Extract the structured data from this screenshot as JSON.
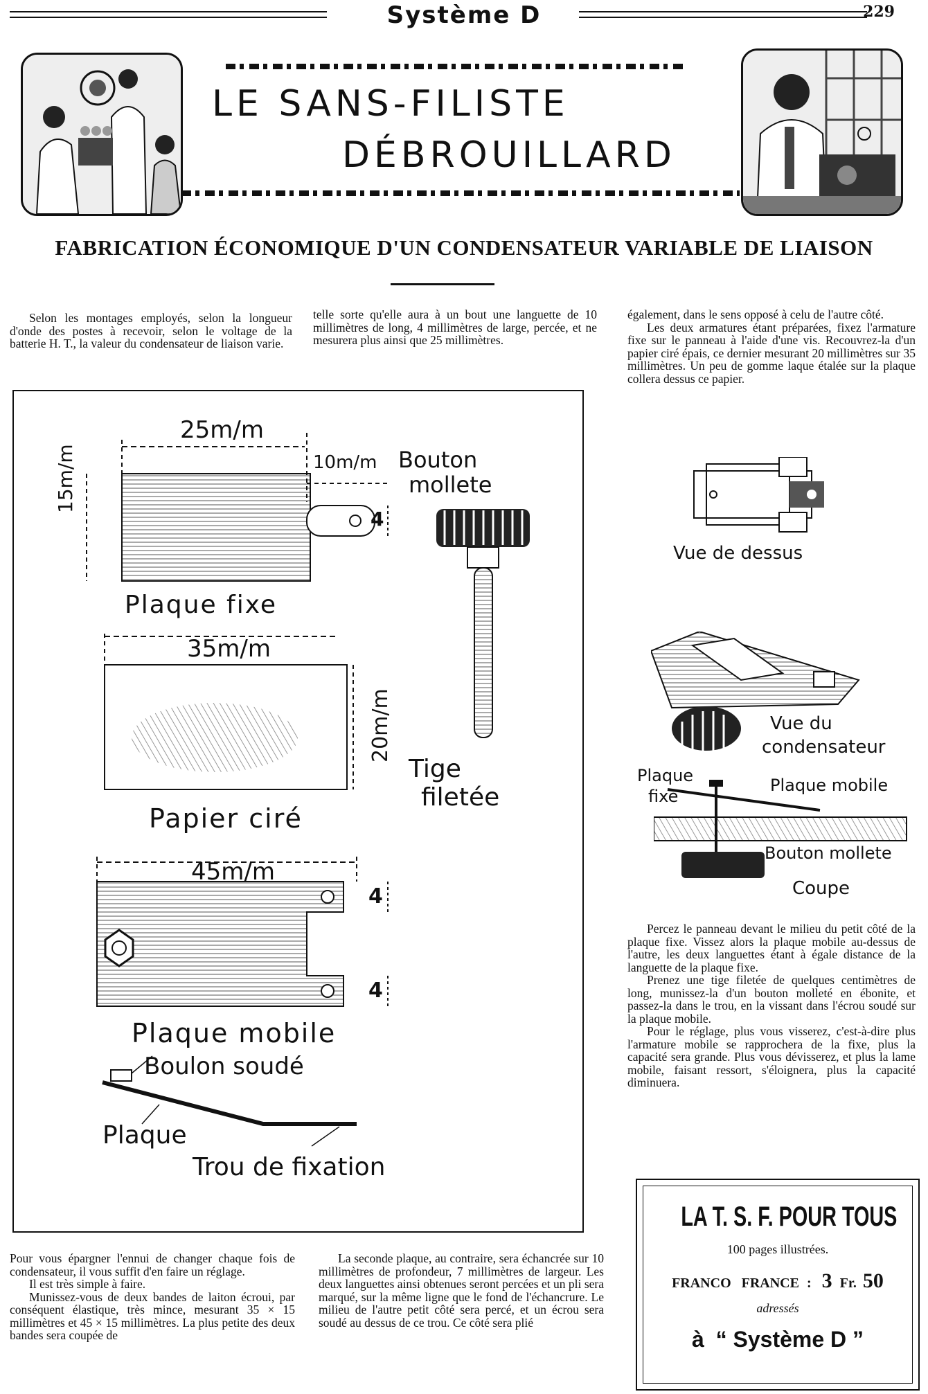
{
  "header": {
    "journal": "Système D",
    "page_number": "229"
  },
  "banner": {
    "line1": "LE SANS-FILISTE",
    "line2": "DÉBROUILLARD"
  },
  "headline": "FABRICATION ÉCONOMIQUE D'UN CONDENSATEUR VARIABLE DE LIAISON",
  "intro": {
    "col1": "Selon les montages employés, selon la longueur d'onde des postes à recevoir, selon le voltage de la batterie H. T., la valeur du condensateur de liaison varie.",
    "col2": "telle sorte qu'elle aura à un bout une languette de 10 millimètres de long, 4 millimètres de large, percée, et ne mesurera plus ainsi que 25 millimètres."
  },
  "right_column": {
    "p1": "également, dans le sens opposé à celu de l'autre côté.",
    "p2": "Les deux armatures étant préparées, fixez l'armature fixe sur le panneau à l'aide d'une vis. Recouvrez-la d'un papier ciré épais, ce dernier mesurant 20 millimètres sur 35 millimètres. Un peu de gomme laque étalée sur la plaque collera dessus ce papier.",
    "p3": "Percez le panneau devant le milieu du petit côté de la plaque fixe. Vissez alors la plaque mobile au-dessus de l'autre, les deux languettes étant à égale distance de la languette de la plaque fixe.",
    "p4": "Prenez une tige filetée de quelques centimètres de long, munissez-la d'un bouton molleté en ébonite, et passez-la dans le trou, en la vissant dans l'écrou soudé sur la plaque mobile.",
    "p5": "Pour le réglage, plus vous visserez, c'est-à-dire plus l'armature mobile se rapprochera de la fixe, plus la capacité sera grande. Plus vous dévisserez, et plus la lame mobile, faisant ressort, s'éloignera, plus la capacité diminuera."
  },
  "bottom": {
    "c1p1": "Pour vous épargner l'ennui de changer chaque fois de condensateur, il vous suffit d'en faire un réglage.",
    "c1p2": "Il est très simple à faire.",
    "c1p3": "Munissez-vous de deux bandes de laiton écroui, par conséquent élastique, très mince, mesurant 35 × 15 millimètres et 45 × 15 millimètres. La plus petite des deux bandes sera coupée de",
    "c2p1": "La seconde plaque, au contraire, sera échancrée sur 10 millimètres de profondeur, 7 millimètres de largeur. Les deux languettes ainsi obtenues seront percées et un pli sera marqué, sur la même ligne que le fond de l'échancrure. Le milieu de l'autre petit côté sera percé, et un écrou sera soudé au dessus de ce trou. Ce côté sera plié"
  },
  "figure_labels": {
    "dim_25": "25m/m",
    "dim_10": "10m/m",
    "dim_15": "15m/m",
    "dim_4a": "4",
    "plaque_fixe": "Plaque fixe",
    "dim_35": "35m/m",
    "dim_20": "20m/m",
    "papier_cire": "Papier ciré",
    "bouton_1": "Bouton",
    "bouton_2": "mollete",
    "tige_1": "Tige",
    "tige_2": "filetée",
    "dim_45": "45m/m",
    "dim_4b": "4",
    "dim_4c": "4",
    "plaque_mobile": "Plaque mobile",
    "boulon_soude": "Boulon soudé",
    "plaque": "Plaque",
    "trou_fixation": "Trou de fixation",
    "vue_dessus": "Vue de dessus",
    "vue_cond_1": "Vue du",
    "vue_cond_2": "condensateur",
    "coupe_plaque_fixe_1": "Plaque",
    "coupe_plaque_fixe_2": "fixe",
    "coupe_plaque_mobile": "Plaque mobile",
    "coupe_bouton": "Bouton mollete",
    "coupe": "Coupe"
  },
  "ad": {
    "title": "LA T. S. F. POUR TOUS",
    "pages": "100 pages illustrées.",
    "franco": "FRANCO",
    "france": "FRANCE",
    "colon": ":",
    "price_big": "3",
    "price_fr": "Fr.",
    "price_cents": "50",
    "adresses": "adressés",
    "to": "à",
    "dest": "“ Système D ”"
  }
}
